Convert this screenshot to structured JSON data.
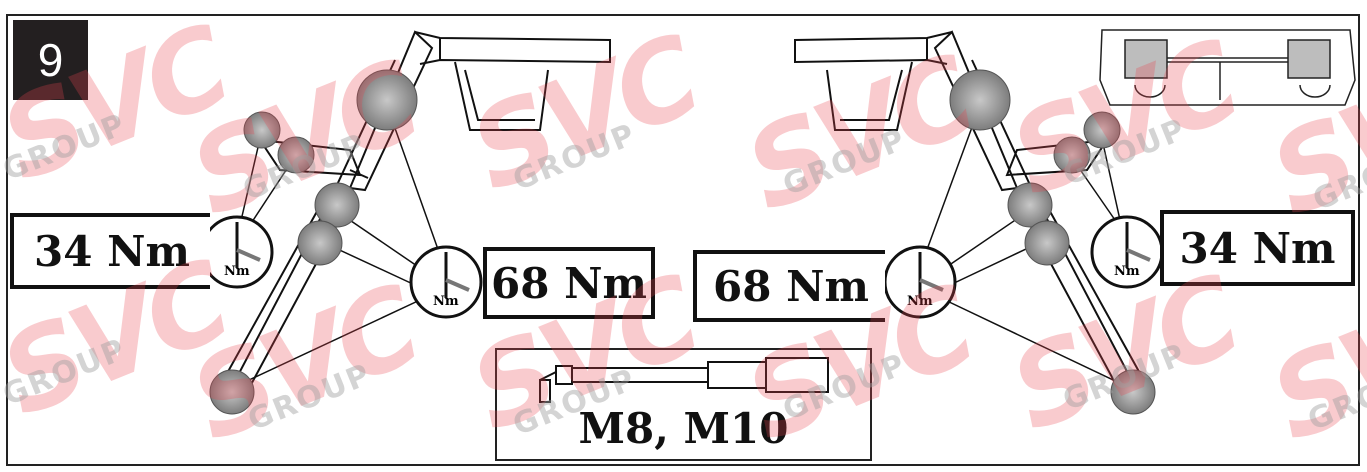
{
  "step": {
    "number": "9"
  },
  "torque": {
    "left_small": "34 Nm",
    "left_large": "68 Nm",
    "right_large": "68 Nm",
    "right_small": "34 Nm",
    "icon_unit": "Nm"
  },
  "tool": {
    "label": "M8, M10"
  },
  "watermark": {
    "brand": "SVC",
    "sub": "GROUP"
  },
  "colors": {
    "watermark": "#e84650",
    "bolt_fill": "#9a9a9a",
    "line": "#111111"
  }
}
